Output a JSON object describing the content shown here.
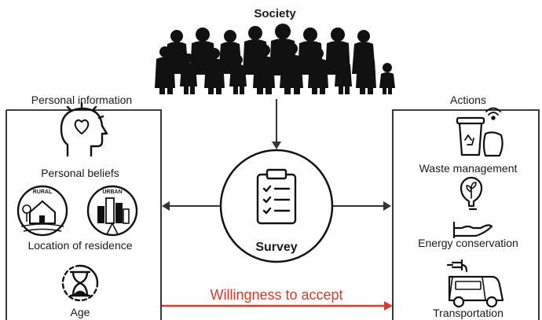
{
  "society": {
    "label": "Society"
  },
  "left_panel": {
    "title": "Personal information",
    "items": [
      {
        "label": "Personal beliefs",
        "icon": "head-heart-icon"
      },
      {
        "label": "Location of residence",
        "icon": "rural-urban-icon",
        "badges": [
          "RURAL",
          "URBAN"
        ]
      },
      {
        "label": "Age",
        "icon": "hourglass-icon"
      }
    ]
  },
  "center": {
    "label": "Survey",
    "icon": "clipboard-checklist-icon"
  },
  "right_panel": {
    "title": "Actions",
    "items": [
      {
        "label": "Waste management",
        "icon": "recycling-bin-icon"
      },
      {
        "label": "Energy conservation",
        "icon": "lightbulb-plant-icon"
      },
      {
        "label": "Transportation",
        "icon": "electric-bus-icon"
      }
    ]
  },
  "arrow": {
    "label": "Willingness to accept",
    "color": "#d93a2b"
  },
  "colors": {
    "line": "#1a1a1a",
    "accent": "#d93a2b"
  }
}
